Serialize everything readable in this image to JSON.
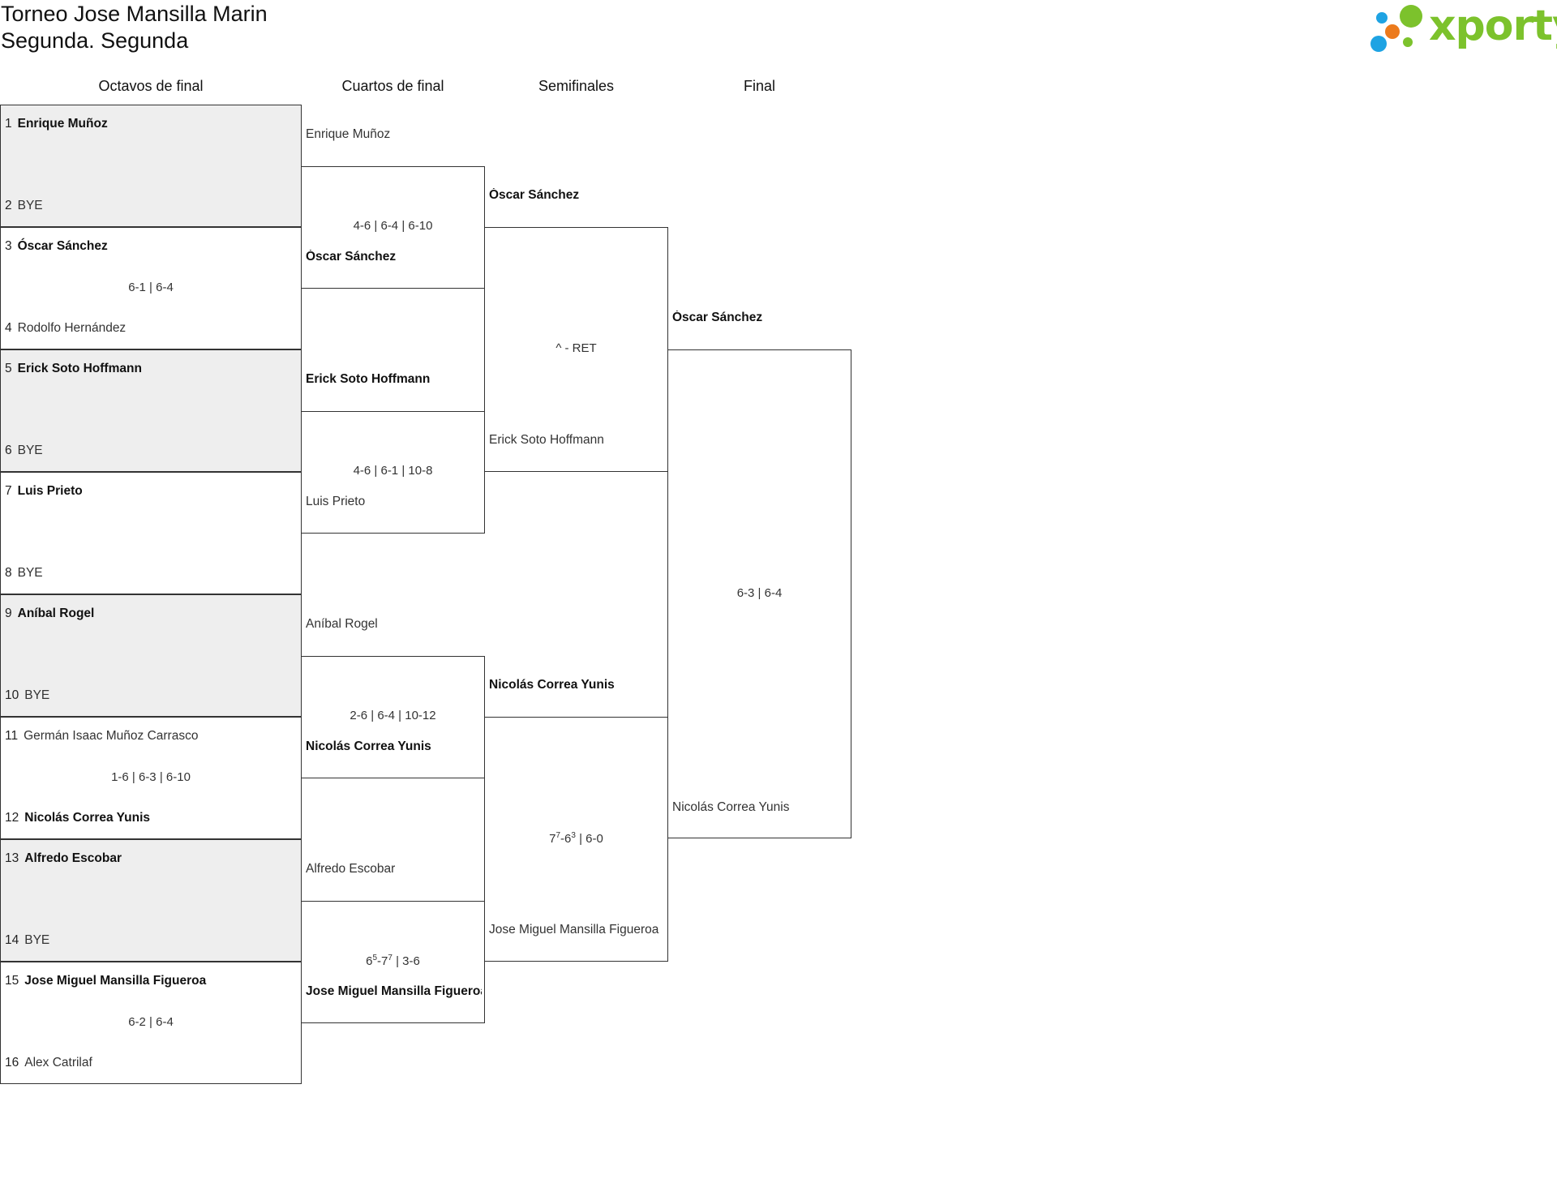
{
  "header": {
    "title_line1": "Torneo Jose Mansilla Marin",
    "title_line2": "Segunda. Segunda",
    "logo_text": "xporty",
    "logo_colors": {
      "green": "#7cc22c",
      "orange": "#ec7a1c",
      "blue": "#1ea3e3"
    }
  },
  "rounds": [
    "Octavos de final",
    "Cuartos de final",
    "Semifinales",
    "Final"
  ],
  "r1": [
    {
      "top_seed": "1",
      "top": "Enrique Muñoz",
      "top_win": true,
      "bot_seed": "2",
      "bot": "BYE",
      "bot_win": false,
      "score": "",
      "shade": true
    },
    {
      "top_seed": "3",
      "top": "Óscar Sánchez",
      "top_win": true,
      "bot_seed": "4",
      "bot": "Rodolfo Hernández",
      "bot_win": false,
      "score": "6-1 | 6-4",
      "shade": false
    },
    {
      "top_seed": "5",
      "top": "Erick Soto Hoffmann",
      "top_win": true,
      "bot_seed": "6",
      "bot": "BYE",
      "bot_win": false,
      "score": "",
      "shade": true
    },
    {
      "top_seed": "7",
      "top": "Luis Prieto",
      "top_win": true,
      "bot_seed": "8",
      "bot": "BYE",
      "bot_win": false,
      "score": "",
      "shade": false
    },
    {
      "top_seed": "9",
      "top": "Aníbal Rogel",
      "top_win": true,
      "bot_seed": "10",
      "bot": "BYE",
      "bot_win": false,
      "score": "",
      "shade": true
    },
    {
      "top_seed": "11",
      "top": "Germán Isaac Muñoz Carrasco",
      "top_win": false,
      "bot_seed": "12",
      "bot": "Nicolás Correa Yunis",
      "bot_win": true,
      "score": "1-6 | 6-3 | 6-10",
      "shade": false
    },
    {
      "top_seed": "13",
      "top": "Alfredo Escobar",
      "top_win": true,
      "bot_seed": "14",
      "bot": "BYE",
      "bot_win": false,
      "score": "",
      "shade": true
    },
    {
      "top_seed": "15",
      "top": "Jose Miguel Mansilla Figueroa",
      "top_win": true,
      "bot_seed": "16",
      "bot": "Alex Catrilaf",
      "bot_win": false,
      "score": "6-2 | 6-4",
      "shade": false
    }
  ],
  "r2": [
    {
      "top": "Enrique Muñoz",
      "top_win": false,
      "bot": "Óscar Sánchez",
      "bot_win": true,
      "score": "4-6 | 6-4 | 6-10"
    },
    {
      "top": "Erick Soto Hoffmann",
      "top_win": true,
      "bot": "Luis Prieto",
      "bot_win": false,
      "score": "4-6 | 6-1 | 10-8"
    },
    {
      "top": "Aníbal Rogel",
      "top_win": false,
      "bot": "Nicolás Correa Yunis",
      "bot_win": true,
      "score": "2-6 | 6-4 | 10-12"
    },
    {
      "top": "Alfredo Escobar",
      "top_win": false,
      "bot": "Jose Miguel Mansilla Figueroa",
      "bot_win": true,
      "score": "6",
      "score_sup1": "5",
      "score_mid": "-7",
      "score_sup2": "7",
      "score_end": " | 3-6"
    }
  ],
  "r3": [
    {
      "top": "Óscar Sánchez",
      "top_win": true,
      "bot": "Erick Soto Hoffmann",
      "bot_win": false,
      "score": "^ - RET"
    },
    {
      "top": "Nicolás Correa Yunis",
      "top_win": true,
      "bot": "Jose Miguel Mansilla Figueroa",
      "bot_win": false,
      "score": "7",
      "score_sup1": "7",
      "score_mid": "-6",
      "score_sup2": "3",
      "score_end": " | 6-0"
    }
  ],
  "r4": [
    {
      "top": "Óscar Sánchez",
      "top_win": true,
      "bot": "Nicolás Correa Yunis",
      "bot_win": false,
      "score": "6-3 | 6-4"
    }
  ]
}
